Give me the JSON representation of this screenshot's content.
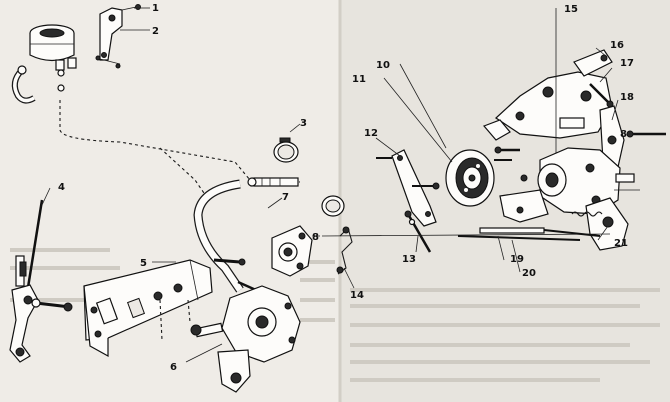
{
  "callouts": {
    "c1": "1",
    "c2": "2",
    "c3": "3",
    "c4": "4",
    "c5": "5",
    "c6": "6",
    "c7": "7",
    "c8a": "8",
    "c8b": "8",
    "c10": "10",
    "c11": "11",
    "c12": "12",
    "c13": "13",
    "c14": "14",
    "c15": "15",
    "c16": "16",
    "c17": "17",
    "c18": "18",
    "c19": "19",
    "c20": "20",
    "c21": "21"
  }
}
